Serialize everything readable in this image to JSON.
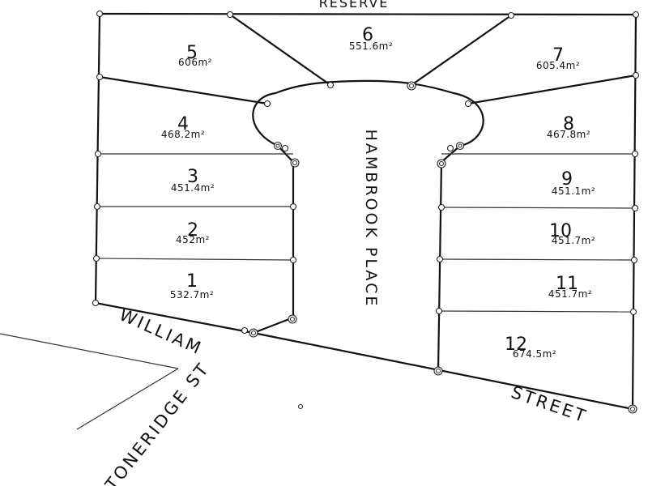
{
  "roads": {
    "reserve": "RESERVE",
    "cul_de_sac": "HAMBROOK PLACE",
    "william": "WILLIAM",
    "street": "STREET",
    "stoneridge": "STONERIDGE ST"
  },
  "lots": [
    {
      "number": "1",
      "area": "532.7m²"
    },
    {
      "number": "2",
      "area": "452m²"
    },
    {
      "number": "3",
      "area": "451.4m²"
    },
    {
      "number": "4",
      "area": "468.2m²"
    },
    {
      "number": "5",
      "area": "606m²"
    },
    {
      "number": "6",
      "area": "551.6m²"
    },
    {
      "number": "7",
      "area": "605.4m²"
    },
    {
      "number": "8",
      "area": "467.8m²"
    },
    {
      "number": "9",
      "area": "451.1m²"
    },
    {
      "number": "10",
      "area": "451.7m²"
    },
    {
      "number": "11",
      "area": "451.7m²"
    },
    {
      "number": "12",
      "area": "674.5m²"
    }
  ]
}
